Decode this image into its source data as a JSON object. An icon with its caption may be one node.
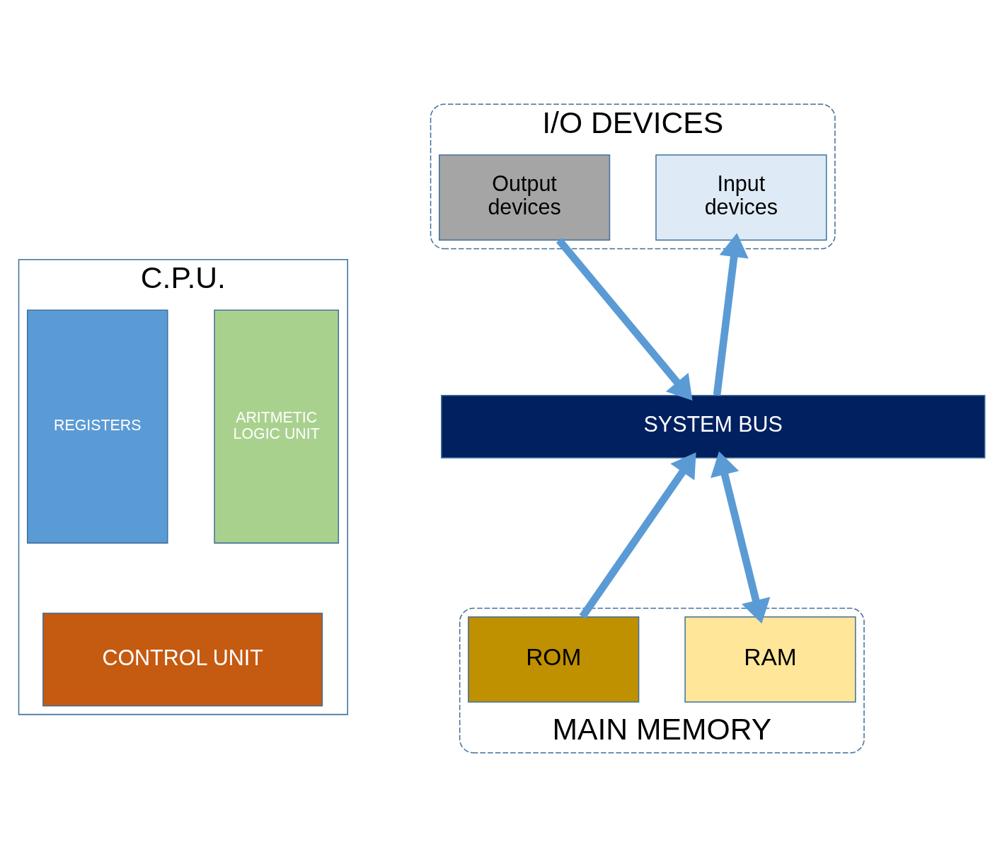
{
  "diagram": {
    "nodes": [
      {
        "text": [
          "C.P.U."
        ]
      },
      {
        "text": [
          "ARITMETIC LOGIC UNIT"
        ],
        "in": 0
      },
      {
        "text": [
          "REGISTERS"
        ],
        "in": 0
      },
      {
        "text": [
          "CONTROL UNIT"
        ],
        "in": 0
      },
      {
        "text": [
          "I/O DEVICES"
        ]
      },
      {
        "text": [
          "Input devices"
        ],
        "in": 4
      },
      {
        "text": [
          "Output devices"
        ],
        "in": 4
      },
      {
        "text": [
          "SYSTEM BUS"
        ]
      },
      {
        "text": [
          "MAIN MEMORY"
        ]
      },
      {
        "text": [
          "RAM"
        ],
        "in": 8
      },
      {
        "text": [
          "ROM"
        ],
        "in": 8
      }
    ],
    "edges": [
      {
        "from": 7,
        "to": 5,
        "arrow": "to"
      },
      {
        "from": 6,
        "to": 7,
        "arrow": "to"
      },
      {
        "from": 7,
        "to": 9,
        "arrow": "both"
      },
      {
        "from": 10,
        "to": 7,
        "arrow": "to"
      }
    ]
  }
}
